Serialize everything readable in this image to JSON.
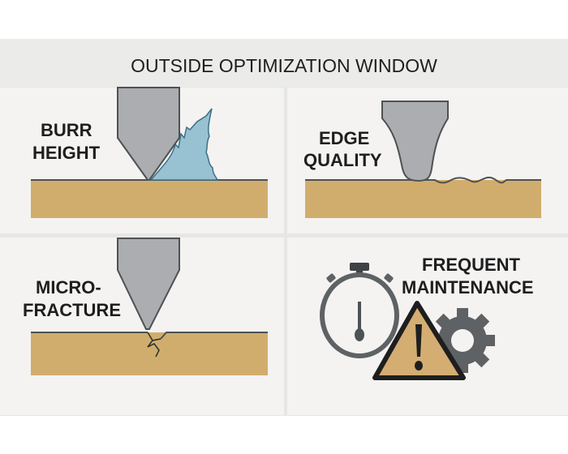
{
  "header": {
    "title": "OUTSIDE OPTIMIZATION WINDOW"
  },
  "panels": [
    {
      "id": "burr",
      "label_lines": [
        "BURR",
        "HEIGHT"
      ]
    },
    {
      "id": "edge",
      "label_lines": [
        "EDGE",
        "QUALITY"
      ]
    },
    {
      "id": "micro",
      "label_lines": [
        "MICRO-",
        "FRACTURE"
      ]
    },
    {
      "id": "maintenance",
      "label_lines": [
        "FREQUENT",
        "MAINTENANCE"
      ]
    }
  ],
  "colors": {
    "header_bg": "#ebebe9",
    "panel_bg": "#f4f3f1",
    "substrate": "#d1ad6d",
    "tool": "#abadb0",
    "outline": "#4d5255",
    "burr": "#98c2d2",
    "warning": "#d4ad72"
  }
}
